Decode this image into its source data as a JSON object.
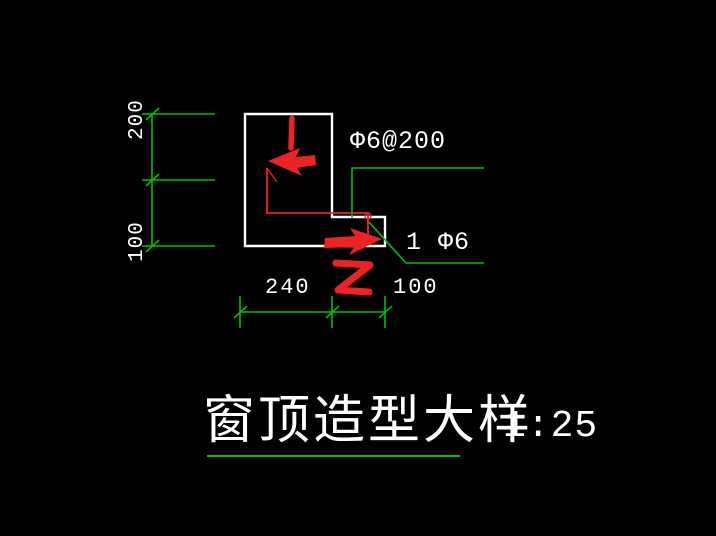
{
  "drawing": {
    "background_color": "#000000",
    "colors": {
      "outline": "#ffffff",
      "dimension": "#00c000",
      "annotation": "#ee2222",
      "text": "#ffffff"
    },
    "title": "窗顶造型大样",
    "scale": "1:25",
    "dimensions": {
      "vertical_upper": "200",
      "vertical_lower": "100",
      "horizontal_left": "240",
      "horizontal_right": "100"
    },
    "callouts": {
      "stirrup": "Φ6@200",
      "bar": "1 Φ6"
    },
    "markup": {
      "check_mark": "Z"
    }
  }
}
